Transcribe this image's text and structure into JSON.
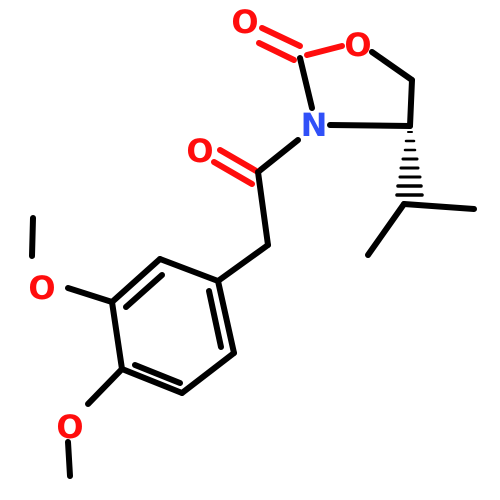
{
  "colors": {
    "carbon_bond": "#000000",
    "oxygen": "#ff0d0d",
    "nitrogen": "#3050f8",
    "background": "#ffffff"
  },
  "atoms": {
    "ring_oxygen": "O",
    "carbonyl_oxygen_ring": "O",
    "nitrogen": "N",
    "acyl_oxygen": "O",
    "methoxy_oxygen_top": "O",
    "methoxy_oxygen_bottom": "O"
  }
}
